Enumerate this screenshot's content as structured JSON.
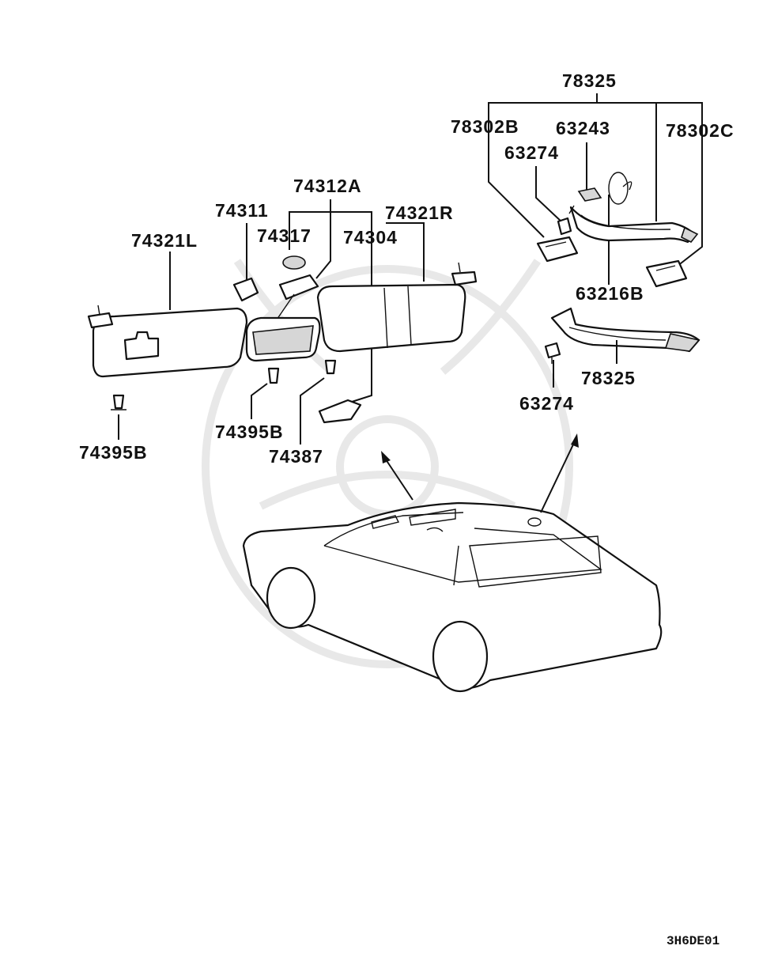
{
  "labels": {
    "p78325_top": "78325",
    "p78302B": "78302B",
    "p63243": "63243",
    "p78302C": "78302C",
    "p63274_top": "63274",
    "p63216B": "63216B",
    "p78325_bottom": "78325",
    "p63274_bottom": "63274",
    "p74312A": "74312A",
    "p74311": "74311",
    "p74321R": "74321R",
    "p74317": "74317",
    "p74304": "74304",
    "p74321L": "74321L",
    "p74395B_mid": "74395B",
    "p74387": "74387",
    "p74395B_left": "74395B"
  },
  "diagram_code": "3H6DE01"
}
